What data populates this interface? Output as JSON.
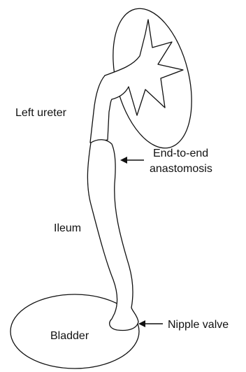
{
  "labels": {
    "left_ureter": "Left ureter",
    "anastomosis_line1": "End-to-end",
    "anastomosis_line2": "anastomosis",
    "ileum": "Ileum",
    "bladder": "Bladder",
    "nipple_valve": "Nipple valve"
  },
  "colors": {
    "stroke": "#111111",
    "fill": "#ffffff"
  }
}
